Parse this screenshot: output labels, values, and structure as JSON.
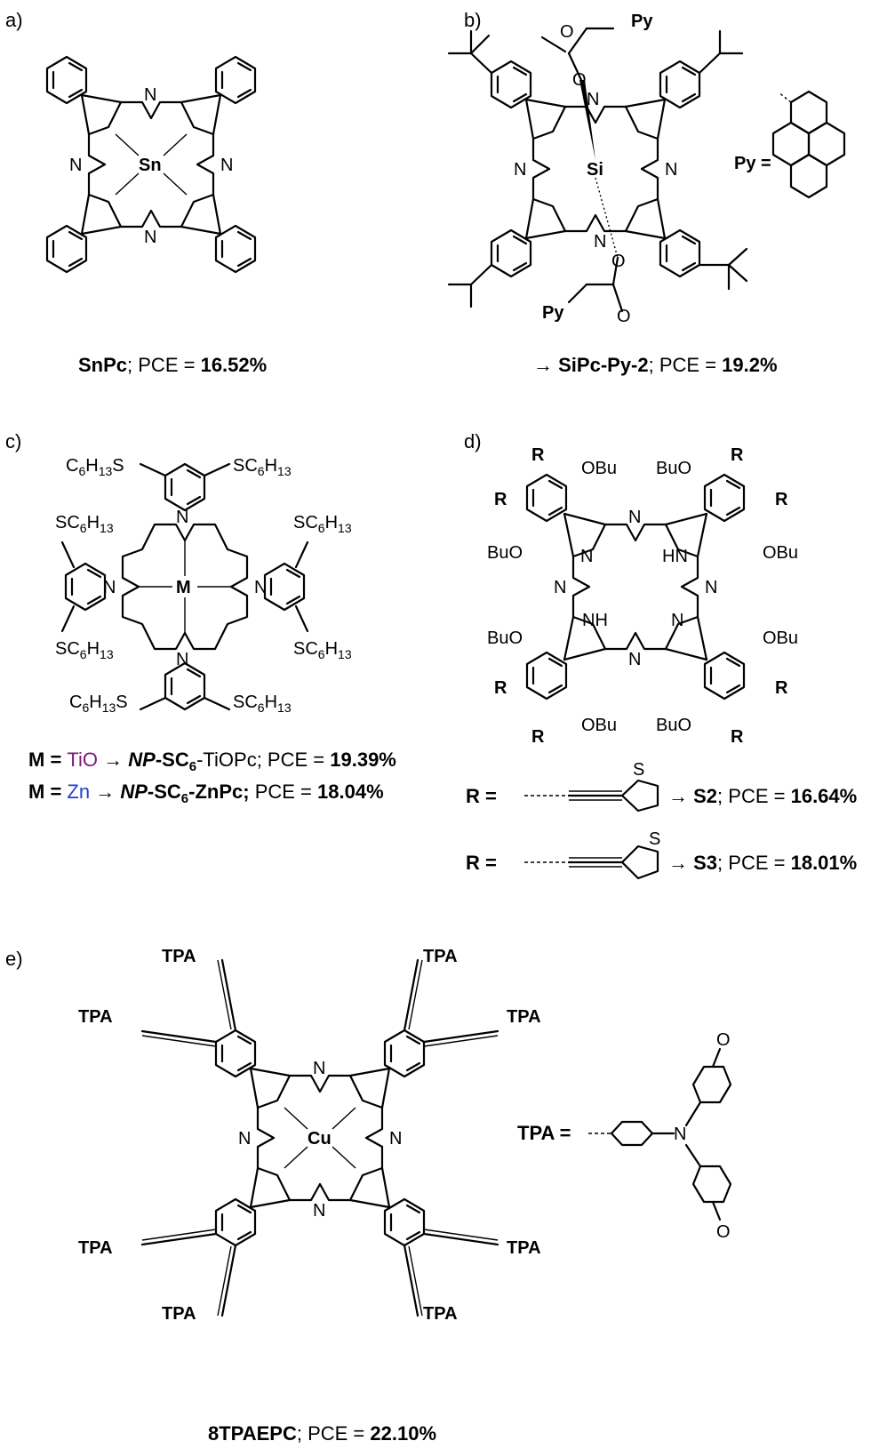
{
  "panels": {
    "a": {
      "label": "a)",
      "metal": "Sn",
      "metal_color": "#5a1a1a",
      "name": "SnPc",
      "pce_text": "; PCE = ",
      "pce_value": "16.52%"
    },
    "b": {
      "label": "b)",
      "metal": "Si",
      "metal_color": "#1f4f57",
      "arrow": "→",
      "name": "SiPc-Py-2",
      "pce_text": "; PCE = ",
      "pce_value": "19.2%",
      "py_label": "Py",
      "py_def": "Py =",
      "o": "O",
      "n": "N"
    },
    "c": {
      "label": "c)",
      "metal": "M",
      "n": "N",
      "line1": {
        "m_label": "M = ",
        "m_value": "TiO",
        "m_color": "#7a1a7a",
        "arrow": "→",
        "np": "NP",
        "name_rest": "-SC",
        "sub": "6",
        "name_end": "-TiOPc",
        "pce_text": "; PCE = ",
        "pce_value": "19.39%"
      },
      "line2": {
        "m_label": "M = ",
        "m_value": "Zn",
        "m_color": "#1f3fd0",
        "arrow": "→",
        "np": "NP",
        "name_rest": "-SC",
        "sub": "6",
        "name_end": "-ZnPc;",
        "pce_text": " PCE = ",
        "pce_value": "18.04%"
      },
      "sub_s": "S",
      "sub_c": "C",
      "sub_6": "6",
      "sub_h": "H",
      "sub_13": "13"
    },
    "d": {
      "label": "d)",
      "r": "R",
      "obu": "OBu",
      "buo": "BuO",
      "n": "N",
      "nh": "NH",
      "hn": "HN",
      "r_def": "R = ",
      "s2": {
        "arrow": "→",
        "name": "S2",
        "pce_text": "; PCE = ",
        "pce_value": "16.64%"
      },
      "s3": {
        "arrow": "→",
        "name": "S3",
        "pce_text": "; PCE = ",
        "pce_value": "18.01%"
      },
      "s": "S"
    },
    "e": {
      "label": "e)",
      "metal": "Cu",
      "metal_color": "#e01010",
      "tpa": "TPA",
      "tpa_def": "TPA =",
      "name": "8TPAEPC",
      "pce_text": "; PCE = ",
      "pce_value": "22.10%",
      "n": "N"
    }
  }
}
